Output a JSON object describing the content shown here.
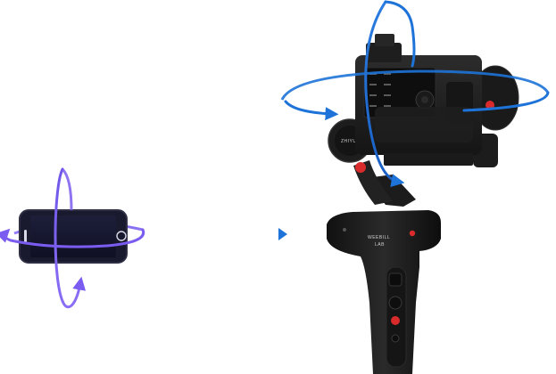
{
  "brand": {
    "logo_text": "ZHIYUN"
  },
  "product": {
    "model_text": "WEEBILL",
    "sub_text": "LAB"
  },
  "colors": {
    "arrow_blue": "#1e73d8",
    "arrow_purple": "#7b5cf0",
    "accent_red": "#d92b2b",
    "phone_body": "#14142a",
    "gimbal_body": "#1b1b1b"
  },
  "icons": [
    "phone-icon",
    "rotation-arrows",
    "direction-arrow",
    "gimbal-camera"
  ]
}
